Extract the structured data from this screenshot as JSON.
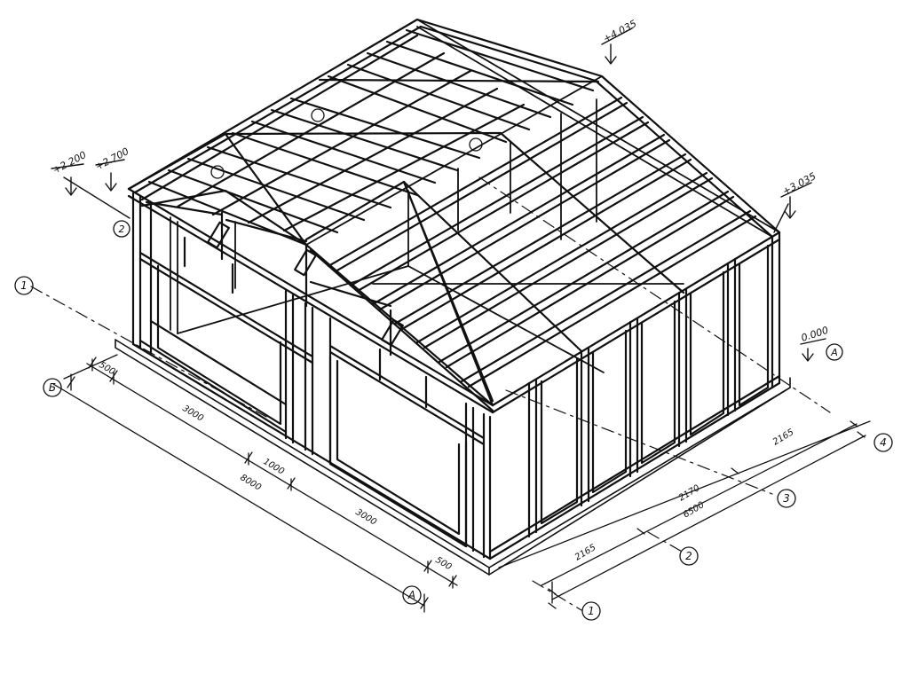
{
  "elevations": {
    "ridge": "+4.035",
    "eave_right": "+3.035",
    "level_left_1": "+2.200",
    "level_left_2": "+2.700",
    "ground": "0.000"
  },
  "axes": {
    "grid_1": "1",
    "grid_2": "2",
    "grid_3": "3",
    "grid_4": "4",
    "grid_A": "А",
    "grid_B": "Б"
  },
  "dimensions": {
    "left_edge_500_top": "500",
    "left_3000_top": "3000",
    "left_1000": "1000",
    "left_3000_bottom": "3000",
    "left_500_bottom": "500",
    "left_total": "8000",
    "right_2165_near": "2165",
    "right_2170": "2170",
    "right_2165_far": "2165",
    "right_total": "6500"
  },
  "colors": {
    "line": "#111111",
    "background": "#ffffff"
  }
}
